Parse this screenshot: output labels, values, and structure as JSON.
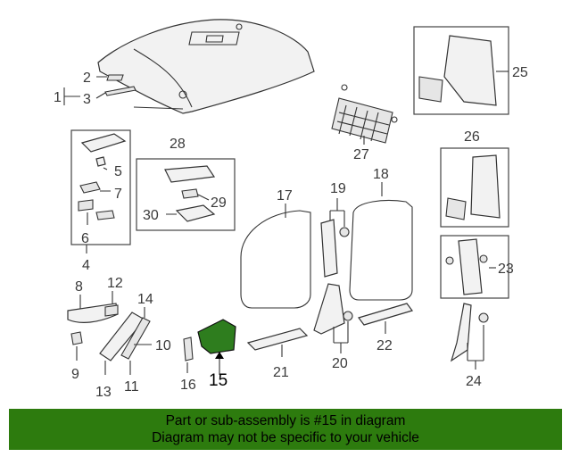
{
  "callouts": {
    "c1": "1",
    "c2": "2",
    "c3": "3",
    "c4": "4",
    "c5": "5",
    "c6": "6",
    "c7": "7",
    "c8": "8",
    "c9": "9",
    "c10": "10",
    "c11": "11",
    "c12": "12",
    "c13": "13",
    "c14": "14",
    "c15": "15",
    "c16": "16",
    "c17": "17",
    "c18": "18",
    "c19": "19",
    "c20": "20",
    "c21": "21",
    "c22": "22",
    "c23": "23",
    "c24": "24",
    "c25": "25",
    "c26": "26",
    "c27": "27",
    "c28": "28",
    "c29": "29",
    "c30": "30"
  },
  "highlight": {
    "part_number": "15",
    "color": "#2d7b0e"
  },
  "banner": {
    "line1": "Part or sub-assembly is #15 in diagram",
    "line2": "Diagram may not be specific to your vehicle",
    "background": "#2d7b0e"
  }
}
